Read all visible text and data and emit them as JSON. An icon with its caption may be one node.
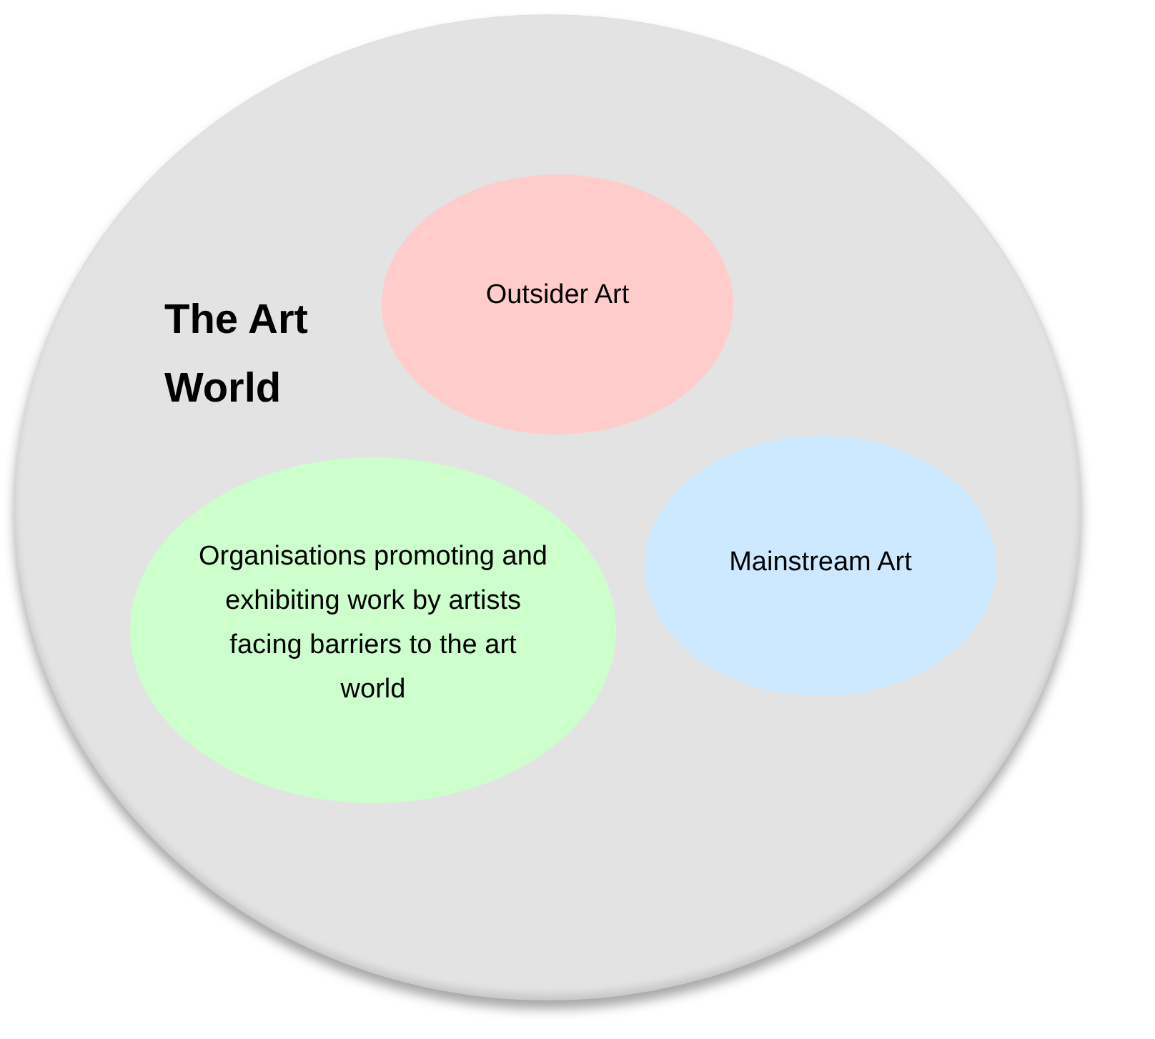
{
  "diagram": {
    "nodes": [
      {
        "text": [
          "The Art World"
        ]
      },
      {
        "text": [
          "Outsider Art"
        ],
        "in": 0
      },
      {
        "text": [
          "Organisations promoting and exhibiting work by artists facing barriers to the art world"
        ],
        "in": 0
      },
      {
        "text": [
          "Mainstream Art"
        ],
        "in": 0
      }
    ]
  }
}
